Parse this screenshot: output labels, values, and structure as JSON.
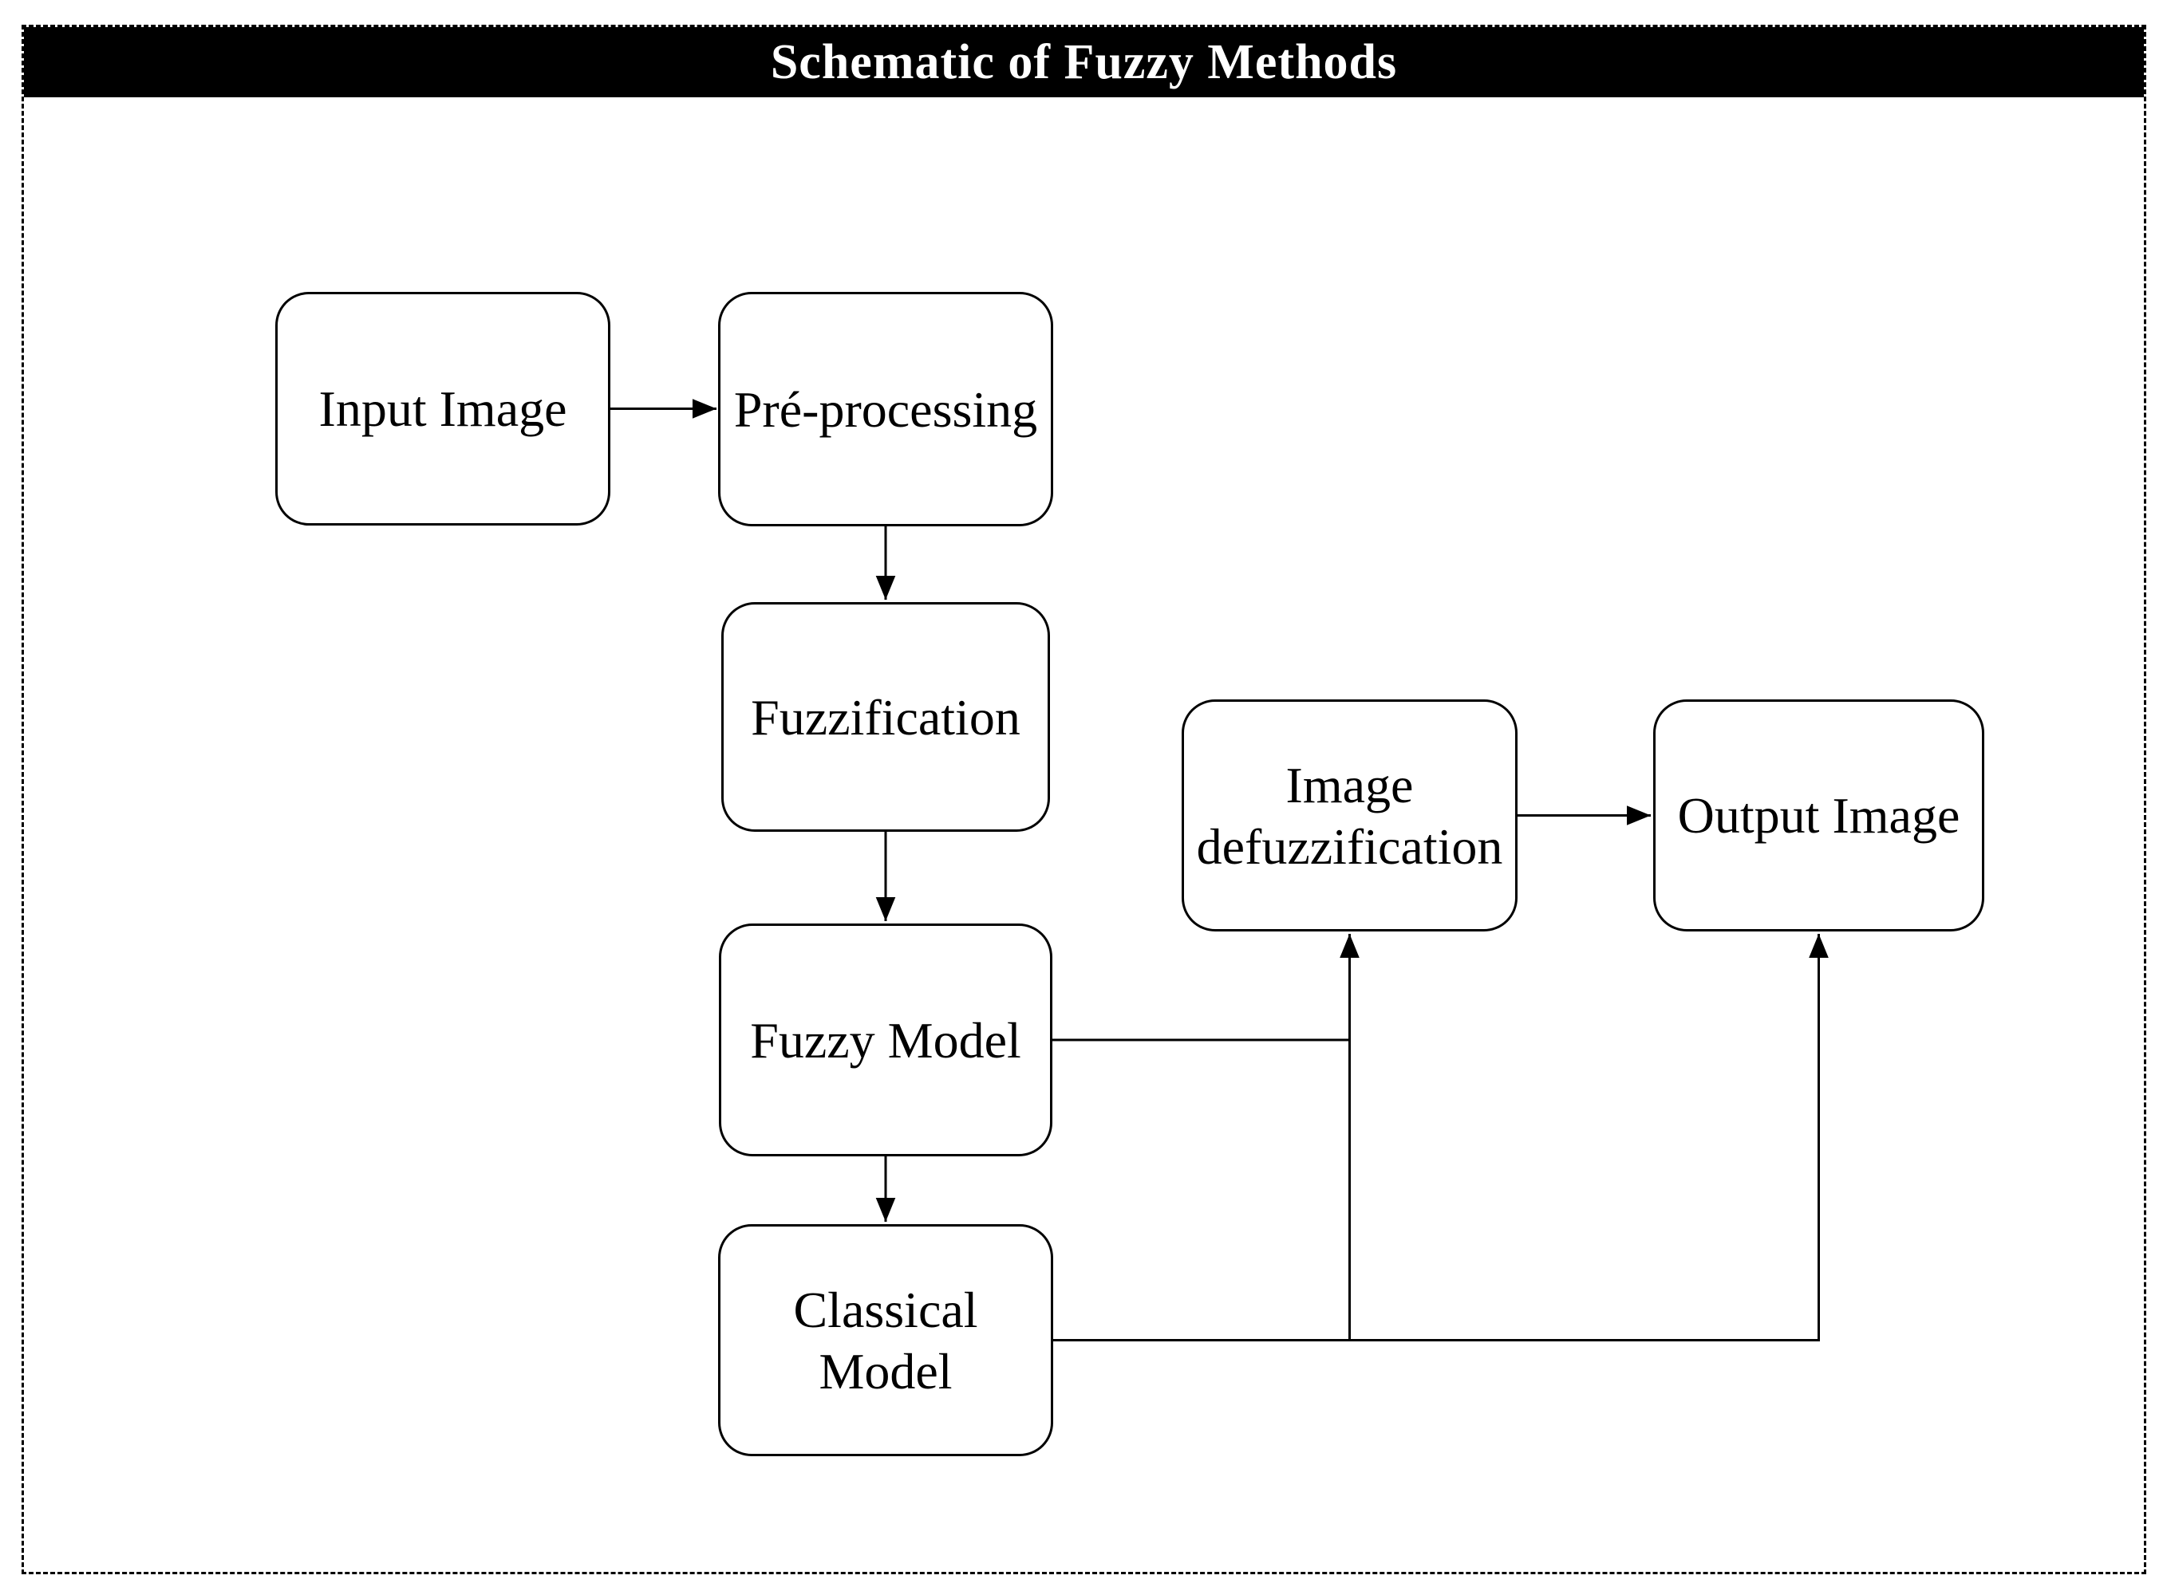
{
  "title": "Schematic of Fuzzy Methods",
  "colors": {
    "background": "#ffffff",
    "line": "#000000",
    "title_bar_bg": "#000000",
    "title_text": "#ffffff",
    "node_fill": "#ffffff",
    "node_border": "#000000"
  },
  "nodes": [
    {
      "id": "input-image",
      "lines": [
        "Input Image"
      ]
    },
    {
      "id": "pre-processing",
      "lines": [
        "Pré-processing"
      ]
    },
    {
      "id": "fuzzification",
      "lines": [
        "Fuzzification"
      ]
    },
    {
      "id": "fuzzy-model",
      "lines": [
        "Fuzzy Model"
      ]
    },
    {
      "id": "classical-model",
      "lines": [
        "Classical",
        "Model"
      ]
    },
    {
      "id": "image-defuzzification",
      "lines": [
        "Image",
        "defuzzification"
      ]
    },
    {
      "id": "output-image",
      "lines": [
        "Output Image"
      ]
    }
  ],
  "edges": [
    {
      "from": "input-image",
      "to": "pre-processing",
      "arrow": true
    },
    {
      "from": "pre-processing",
      "to": "fuzzification",
      "arrow": true
    },
    {
      "from": "fuzzification",
      "to": "fuzzy-model",
      "arrow": true
    },
    {
      "from": "fuzzy-model",
      "to": "classical-model",
      "arrow": true
    },
    {
      "from": "fuzzy-model",
      "to": "image-defuzzification",
      "arrow": true
    },
    {
      "from": "classical-model",
      "to": "output-image",
      "arrow": true
    },
    {
      "from": "image-defuzzification",
      "to": "output-image",
      "arrow": true
    }
  ]
}
